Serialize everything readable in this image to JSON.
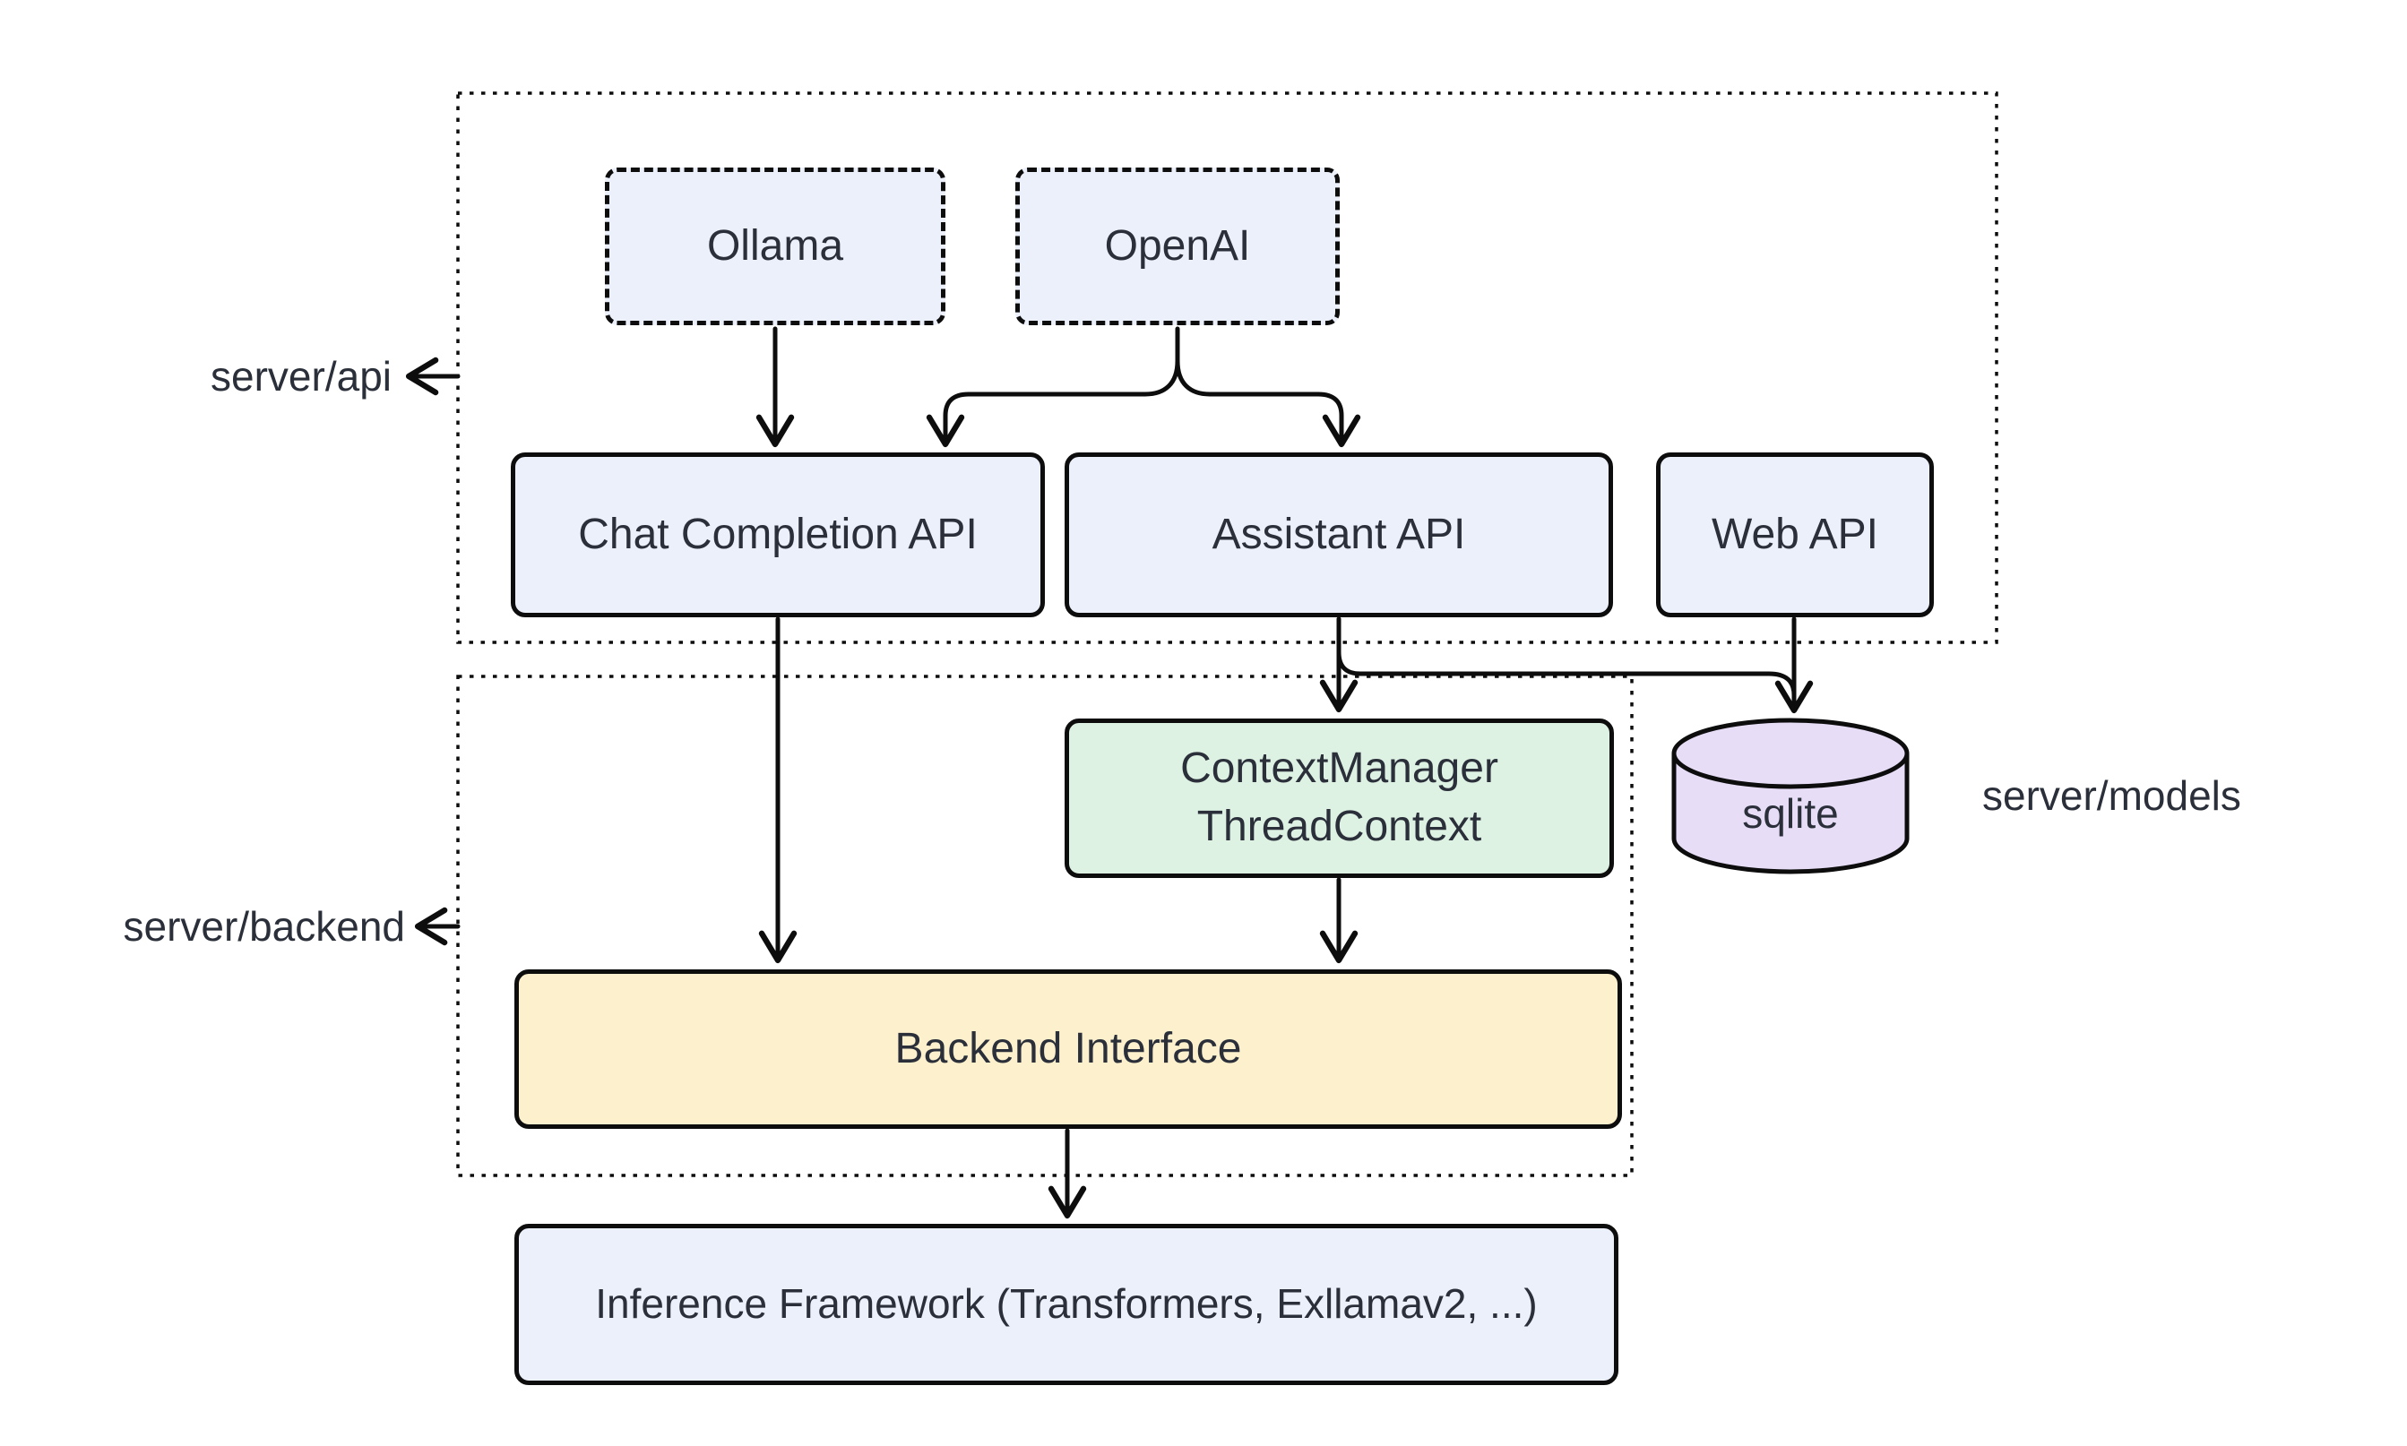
{
  "diagram": {
    "groups": {
      "api": {
        "label": "server/api"
      },
      "backend": {
        "label": "server/backend"
      },
      "models": {
        "label": "server/models"
      }
    },
    "nodes": {
      "ollama": {
        "label": "Ollama"
      },
      "openai": {
        "label": "OpenAI"
      },
      "chat_api": {
        "label": "Chat Completion API"
      },
      "assistant_api": {
        "label": "Assistant API"
      },
      "web_api": {
        "label": "Web API"
      },
      "context_manager": {
        "line1": "ContextManager",
        "line2": "ThreadContext"
      },
      "backend_interface": {
        "label": "Backend Interface"
      },
      "inference": {
        "label": "Inference Framework (Transformers, Exllamav2, ...)"
      },
      "sqlite": {
        "label": "sqlite"
      }
    },
    "edges": [
      {
        "from": "Ollama",
        "to": "Chat Completion API"
      },
      {
        "from": "OpenAI",
        "to": "Chat Completion API"
      },
      {
        "from": "OpenAI",
        "to": "Assistant API"
      },
      {
        "from": "Chat Completion API",
        "to": "Backend Interface"
      },
      {
        "from": "Assistant API",
        "to": "ContextManager ThreadContext"
      },
      {
        "from": "Assistant API",
        "to": "sqlite"
      },
      {
        "from": "Web API",
        "to": "sqlite"
      },
      {
        "from": "ContextManager ThreadContext",
        "to": "Backend Interface"
      },
      {
        "from": "Backend Interface",
        "to": "Inference Framework (Transformers, Exllamav2, ...)"
      }
    ],
    "colors": {
      "node_blue": "#ecf0fa",
      "node_green": "#def2e4",
      "node_yellow": "#fdf0cc",
      "node_purple": "#e7ddf7",
      "stroke": "#0d0d0d",
      "text": "#2a2f3a",
      "background": "#ffffff"
    }
  }
}
